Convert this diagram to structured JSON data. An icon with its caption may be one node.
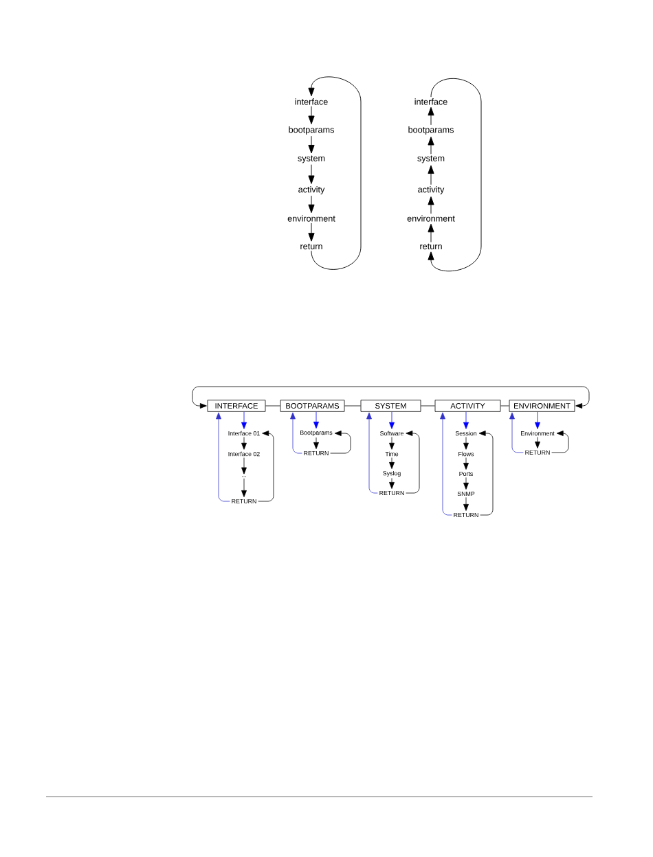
{
  "diagram": {
    "nodes": [
      {
        "text": [
          "interface"
        ]
      },
      {
        "text": [
          "bootparams"
        ]
      },
      {
        "text": [
          "system"
        ]
      },
      {
        "text": [
          "activity"
        ]
      },
      {
        "text": [
          "environment"
        ]
      },
      {
        "text": [
          "return"
        ]
      },
      {
        "text": [
          "interface"
        ]
      },
      {
        "text": [
          "bootparams"
        ]
      },
      {
        "text": [
          "system"
        ]
      },
      {
        "text": [
          "activity"
        ]
      },
      {
        "text": [
          "environment"
        ]
      },
      {
        "text": [
          "return"
        ]
      },
      {
        "text": [
          "INTERFACE"
        ]
      },
      {
        "text": [
          "BOOTPARAMS"
        ]
      },
      {
        "text": [
          "SYSTEM"
        ]
      },
      {
        "text": [
          "ACTIVITY"
        ]
      },
      {
        "text": [
          "ENVIRONMENT"
        ]
      },
      {
        "text": [
          "Interface 01"
        ]
      },
      {
        "text": [
          "Interface 02"
        ]
      },
      {
        "text": [
          "..."
        ]
      },
      {
        "text": [
          "RETURN"
        ]
      },
      {
        "text": [
          "Bootparams"
        ]
      },
      {
        "text": [
          "RETURN"
        ]
      },
      {
        "text": [
          "Software"
        ]
      },
      {
        "text": [
          "Time"
        ]
      },
      {
        "text": [
          "Syslog"
        ]
      },
      {
        "text": [
          "RETURN"
        ]
      },
      {
        "text": [
          "Session"
        ]
      },
      {
        "text": [
          "Flows"
        ]
      },
      {
        "text": [
          "Ports"
        ]
      },
      {
        "text": [
          "SNMP"
        ]
      },
      {
        "text": [
          "RETURN"
        ]
      },
      {
        "text": [
          "Environment"
        ]
      },
      {
        "text": [
          "RETURN"
        ]
      }
    ],
    "edges": [
      {
        "from": 0,
        "to": 1,
        "arrow": "to"
      },
      {
        "from": 1,
        "to": 2,
        "arrow": "to"
      },
      {
        "from": 2,
        "to": 3,
        "arrow": "to"
      },
      {
        "from": 3,
        "to": 4,
        "arrow": "to"
      },
      {
        "from": 4,
        "to": 5,
        "arrow": "to"
      },
      {
        "from": 5,
        "to": 0,
        "arrow": "to"
      },
      {
        "from": 11,
        "to": 10,
        "arrow": "to"
      },
      {
        "from": 10,
        "to": 9,
        "arrow": "to"
      },
      {
        "from": 9,
        "to": 8,
        "arrow": "to"
      },
      {
        "from": 8,
        "to": 7,
        "arrow": "to"
      },
      {
        "from": 7,
        "to": 6,
        "arrow": "to"
      },
      {
        "from": 6,
        "to": 11,
        "arrow": "to"
      },
      {
        "from": 12,
        "to": 13,
        "arrow": "none"
      },
      {
        "from": 13,
        "to": 14,
        "arrow": "none"
      },
      {
        "from": 14,
        "to": 15,
        "arrow": "none"
      },
      {
        "from": 15,
        "to": 16,
        "arrow": "none"
      },
      {
        "from": 12,
        "to": 16,
        "arrow": "both"
      },
      {
        "from": 12,
        "to": 17,
        "arrow": "to",
        "color": "#0000ff"
      },
      {
        "from": 17,
        "to": 18,
        "arrow": "to"
      },
      {
        "from": 18,
        "to": 19,
        "arrow": "to"
      },
      {
        "from": 19,
        "to": 20,
        "arrow": "to"
      },
      {
        "from": 20,
        "to": 17,
        "arrow": "to"
      },
      {
        "from": 20,
        "to": 12,
        "arrow": "to",
        "color": "#3333cc"
      },
      {
        "from": 13,
        "to": 21,
        "arrow": "to",
        "color": "#0000ff"
      },
      {
        "from": 21,
        "to": 22,
        "arrow": "to"
      },
      {
        "from": 22,
        "to": 21,
        "arrow": "to"
      },
      {
        "from": 22,
        "to": 13,
        "arrow": "to",
        "color": "#3333cc"
      },
      {
        "from": 14,
        "to": 23,
        "arrow": "to",
        "color": "#0000ff"
      },
      {
        "from": 23,
        "to": 24,
        "arrow": "to"
      },
      {
        "from": 24,
        "to": 25,
        "arrow": "to"
      },
      {
        "from": 25,
        "to": 26,
        "arrow": "to"
      },
      {
        "from": 26,
        "to": 23,
        "arrow": "to"
      },
      {
        "from": 26,
        "to": 14,
        "arrow": "to",
        "color": "#3333cc"
      },
      {
        "from": 15,
        "to": 27,
        "arrow": "to",
        "color": "#0000ff"
      },
      {
        "from": 27,
        "to": 28,
        "arrow": "to"
      },
      {
        "from": 28,
        "to": 29,
        "arrow": "to"
      },
      {
        "from": 29,
        "to": 30,
        "arrow": "to"
      },
      {
        "from": 30,
        "to": 31,
        "arrow": "to"
      },
      {
        "from": 31,
        "to": 27,
        "arrow": "to"
      },
      {
        "from": 31,
        "to": 15,
        "arrow": "to",
        "color": "#3333cc"
      },
      {
        "from": 16,
        "to": 32,
        "arrow": "to",
        "color": "#0000ff"
      },
      {
        "from": 32,
        "to": 33,
        "arrow": "to"
      },
      {
        "from": 33,
        "to": 32,
        "arrow": "to"
      },
      {
        "from": 33,
        "to": 16,
        "arrow": "to",
        "color": "#3333cc"
      }
    ]
  }
}
